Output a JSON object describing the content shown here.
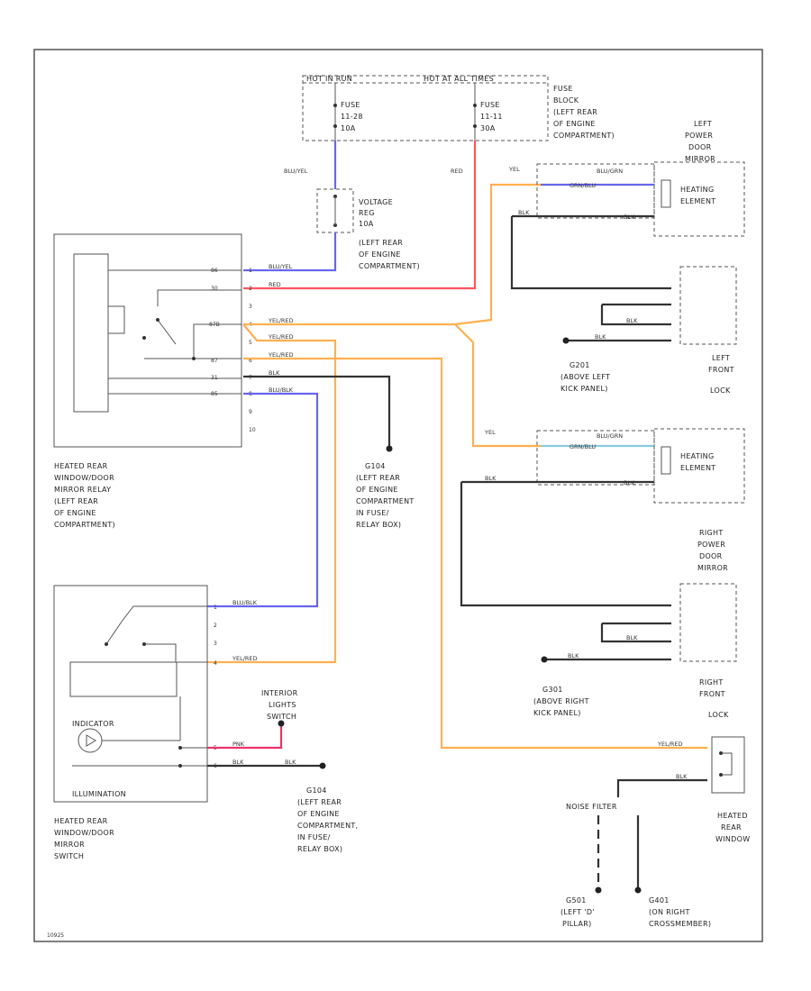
{
  "fuse_block": {
    "hot_run": "HOT IN RUN",
    "hot_all": "HOT AT ALL TIMES",
    "fuse1": [
      "FUSE",
      "11-28",
      "10A"
    ],
    "fuse2": [
      "FUSE",
      "11-11",
      "30A"
    ],
    "label": [
      "FUSE",
      "BLOCK",
      "(LEFT REAR",
      "OF ENGINE",
      "COMPARTMENT)"
    ]
  },
  "voltage_reg": {
    "label": [
      "VOLTAGE",
      "REG",
      "10A"
    ],
    "location": [
      "(LEFT REAR",
      "OF ENGINE",
      "COMPARTMENT)"
    ]
  },
  "relay": {
    "label": [
      "HEATED REAR",
      "WINDOW/DOOR",
      "MIRROR RELAY",
      "(LEFT REAR",
      "OF ENGINE",
      "COMPARTMENT)"
    ],
    "pins": [
      {
        "id": "86",
        "num": "1"
      },
      {
        "id": "30",
        "num": "2"
      },
      {
        "id": "",
        "num": "3"
      },
      {
        "id": "87B",
        "num": "4"
      },
      {
        "id": "",
        "num": "5"
      },
      {
        "id": "87",
        "num": "6"
      },
      {
        "id": "31",
        "num": "7"
      },
      {
        "id": "85",
        "num": "8"
      },
      {
        "id": "",
        "num": "9"
      },
      {
        "id": "",
        "num": "10"
      }
    ]
  },
  "wires": {
    "blu_yel": "BLU/YEL",
    "red": "RED",
    "yel_red": "YEL/RED",
    "blk": "BLK",
    "blu_blk": "BLU/BLK",
    "pnk": "PNK",
    "yel": "YEL",
    "blu_grn": "BLU/GRN",
    "grn_blu": "GRN/BLU",
    "blk_b": "BLK"
  },
  "ground_g104": [
    "G104",
    "(LEFT REAR",
    "OF ENGINE",
    "COMPARTMENT",
    "IN FUSE/",
    "RELAY BOX)"
  ],
  "left_mirror": {
    "title": [
      "LEFT",
      "POWER",
      "DOOR",
      "MIRROR"
    ],
    "element": [
      "HEATING",
      "ELEMENT"
    ]
  },
  "left_lock": [
    "LEFT",
    "FRONT",
    "LOCK"
  ],
  "g201": [
    "G201",
    "(ABOVE LEFT",
    "KICK PANEL)"
  ],
  "right_mirror": {
    "title": [
      "RIGHT",
      "POWER",
      "DOOR",
      "MIRROR"
    ],
    "element": [
      "HEATING",
      "ELEMENT"
    ]
  },
  "right_lock": [
    "RIGHT",
    "FRONT",
    "LOCK"
  ],
  "g301": [
    "G301",
    "(ABOVE RIGHT",
    "KICK PANEL)"
  ],
  "switch": {
    "indicator": "INDICATOR",
    "illumination": "ILLUMINATION",
    "label": [
      "HEATED REAR",
      "WINDOW/DOOR",
      "MIRROR",
      "SWITCH"
    ],
    "pins": [
      "1",
      "2",
      "3",
      "4",
      "5",
      "6"
    ]
  },
  "interior_switch": [
    "INTERIOR",
    "LIGHTS",
    "SWITCH"
  ],
  "g104b": [
    "G104",
    "(LEFT REAR",
    "OF ENGINE",
    "COMPARTMENT,",
    "IN FUSE/",
    "RELAY BOX)"
  ],
  "heated_rear_window": [
    "HEATED",
    "REAR",
    "WINDOW"
  ],
  "g501": [
    "G501",
    "(LEFT 'D'",
    "PILLAR)"
  ],
  "g401": [
    "G401",
    "(ON RIGHT",
    "CROSSMEMBER)"
  ],
  "noise_filter": "NOISE FILTER",
  "footer_id": "10925"
}
